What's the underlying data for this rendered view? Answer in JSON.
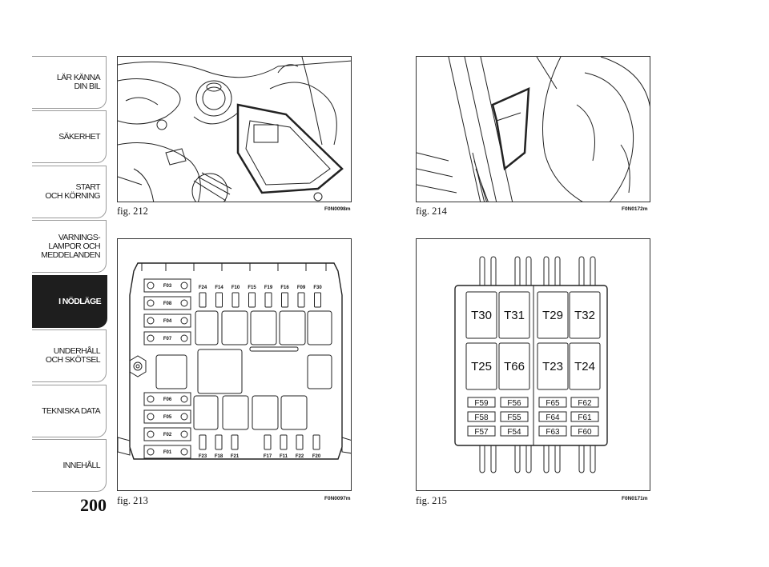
{
  "sidebar": {
    "items": [
      {
        "label": "LÄR KÄNNA\nDIN BIL",
        "active": false
      },
      {
        "label": "SÄKERHET",
        "active": false
      },
      {
        "label": "START\nOCH KÖRNING",
        "active": false
      },
      {
        "label": "VARNINGS-\nLAMPOR OCH\nMEDDELANDEN",
        "active": false
      },
      {
        "label": "I NÖDLÄGE",
        "active": true
      },
      {
        "label": "UNDERHÅLL\nOCH SKÖTSEL",
        "active": false
      },
      {
        "label": "TEKNISKA DATA",
        "active": false
      },
      {
        "label": "INNEHÅLL",
        "active": false
      }
    ]
  },
  "page_number": "200",
  "figures": {
    "fig212": {
      "caption": "fig. 212",
      "code": "F0N0098m"
    },
    "fig213": {
      "caption": "fig. 213",
      "code": "F0N0097m",
      "left_fuses": [
        "F03",
        "F08",
        "F04",
        "F07",
        "F06",
        "F05",
        "F02",
        "F01"
      ],
      "top_fuses": [
        "F24",
        "F14",
        "F10",
        "F15",
        "F19",
        "F16",
        "F09",
        "F30"
      ],
      "bottom_fuses": [
        "F23",
        "F18",
        "F21",
        "F17",
        "F11",
        "F22",
        "F20"
      ]
    },
    "fig214": {
      "caption": "fig. 214",
      "code": "F0N0172m"
    },
    "fig215": {
      "caption": "fig. 215",
      "code": "F0N0171m",
      "relays_top": [
        "T30",
        "T31",
        "T29",
        "T32"
      ],
      "relays_mid": [
        "T25",
        "T66",
        "T23",
        "T24"
      ],
      "fuse_rows": [
        [
          "F59",
          "F56",
          "F65",
          "F62"
        ],
        [
          "F58",
          "F55",
          "F64",
          "F61"
        ],
        [
          "F57",
          "F54",
          "F63",
          "F60"
        ]
      ]
    }
  },
  "colors": {
    "active_tab": "#1e1e1e",
    "border": "#9a9a9a"
  }
}
